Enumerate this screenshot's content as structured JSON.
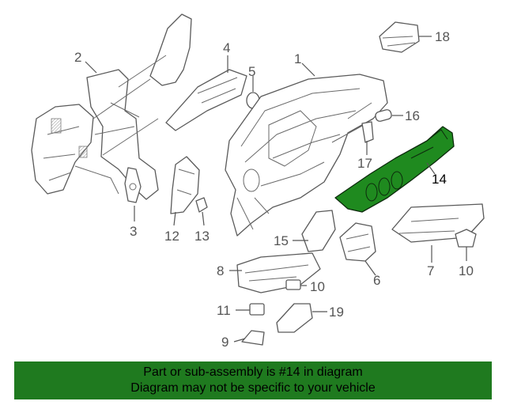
{
  "diagram": {
    "highlight_color": "#1f8a1f",
    "callouts": [
      "1",
      "2",
      "3",
      "4",
      "5",
      "6",
      "7",
      "8",
      "9",
      "10",
      "10",
      "11",
      "12",
      "13",
      "14",
      "15",
      "16",
      "17",
      "18",
      "19"
    ]
  },
  "banner": {
    "background": "#1f7a1f",
    "line1": "Part or sub-assembly is #14 in diagram",
    "line2": "Diagram may not be specific to your vehicle"
  }
}
